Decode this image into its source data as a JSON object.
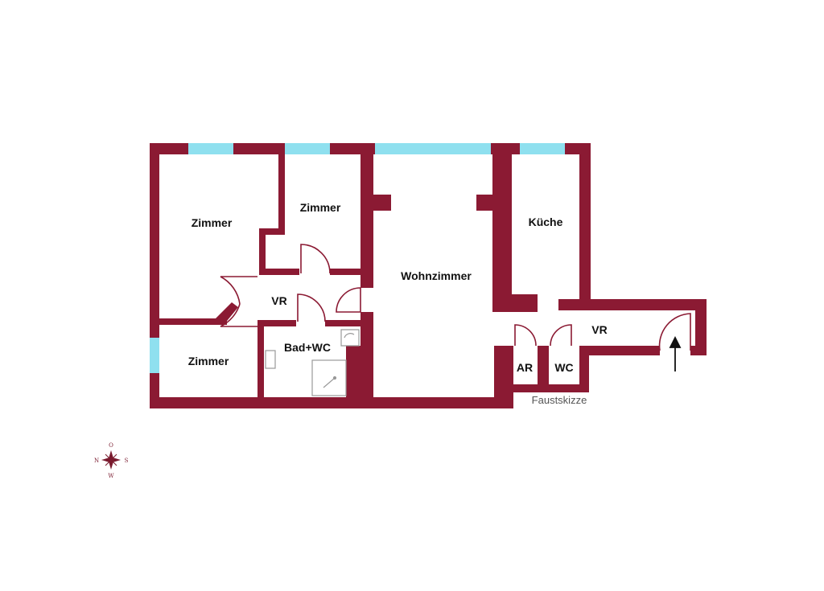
{
  "colors": {
    "wall": "#8b1a33",
    "window": "#8fe0ef",
    "floor": "#ffffff",
    "door_line": "#8b1a33",
    "fixture": "#999999"
  },
  "rooms": {
    "zimmer_top_left": "Zimmer",
    "zimmer_top_mid": "Zimmer",
    "zimmer_bottom_left": "Zimmer",
    "vr_inner": "VR",
    "bad_wc": "Bad+WC",
    "wohnzimmer": "Wohnzimmer",
    "kueche": "Küche",
    "vr_entry": "VR",
    "ar": "AR",
    "wc": "WC"
  },
  "note": "Faustskizze",
  "compass": {
    "north": "O",
    "south": "W",
    "west": "N",
    "east": "S",
    "icon": "compass-rose-icon"
  },
  "icons": {
    "entrance": "entrance-arrow-icon",
    "shower": "shower-icon",
    "bathtub": "bathtub-icon",
    "sink": "sink-icon"
  }
}
